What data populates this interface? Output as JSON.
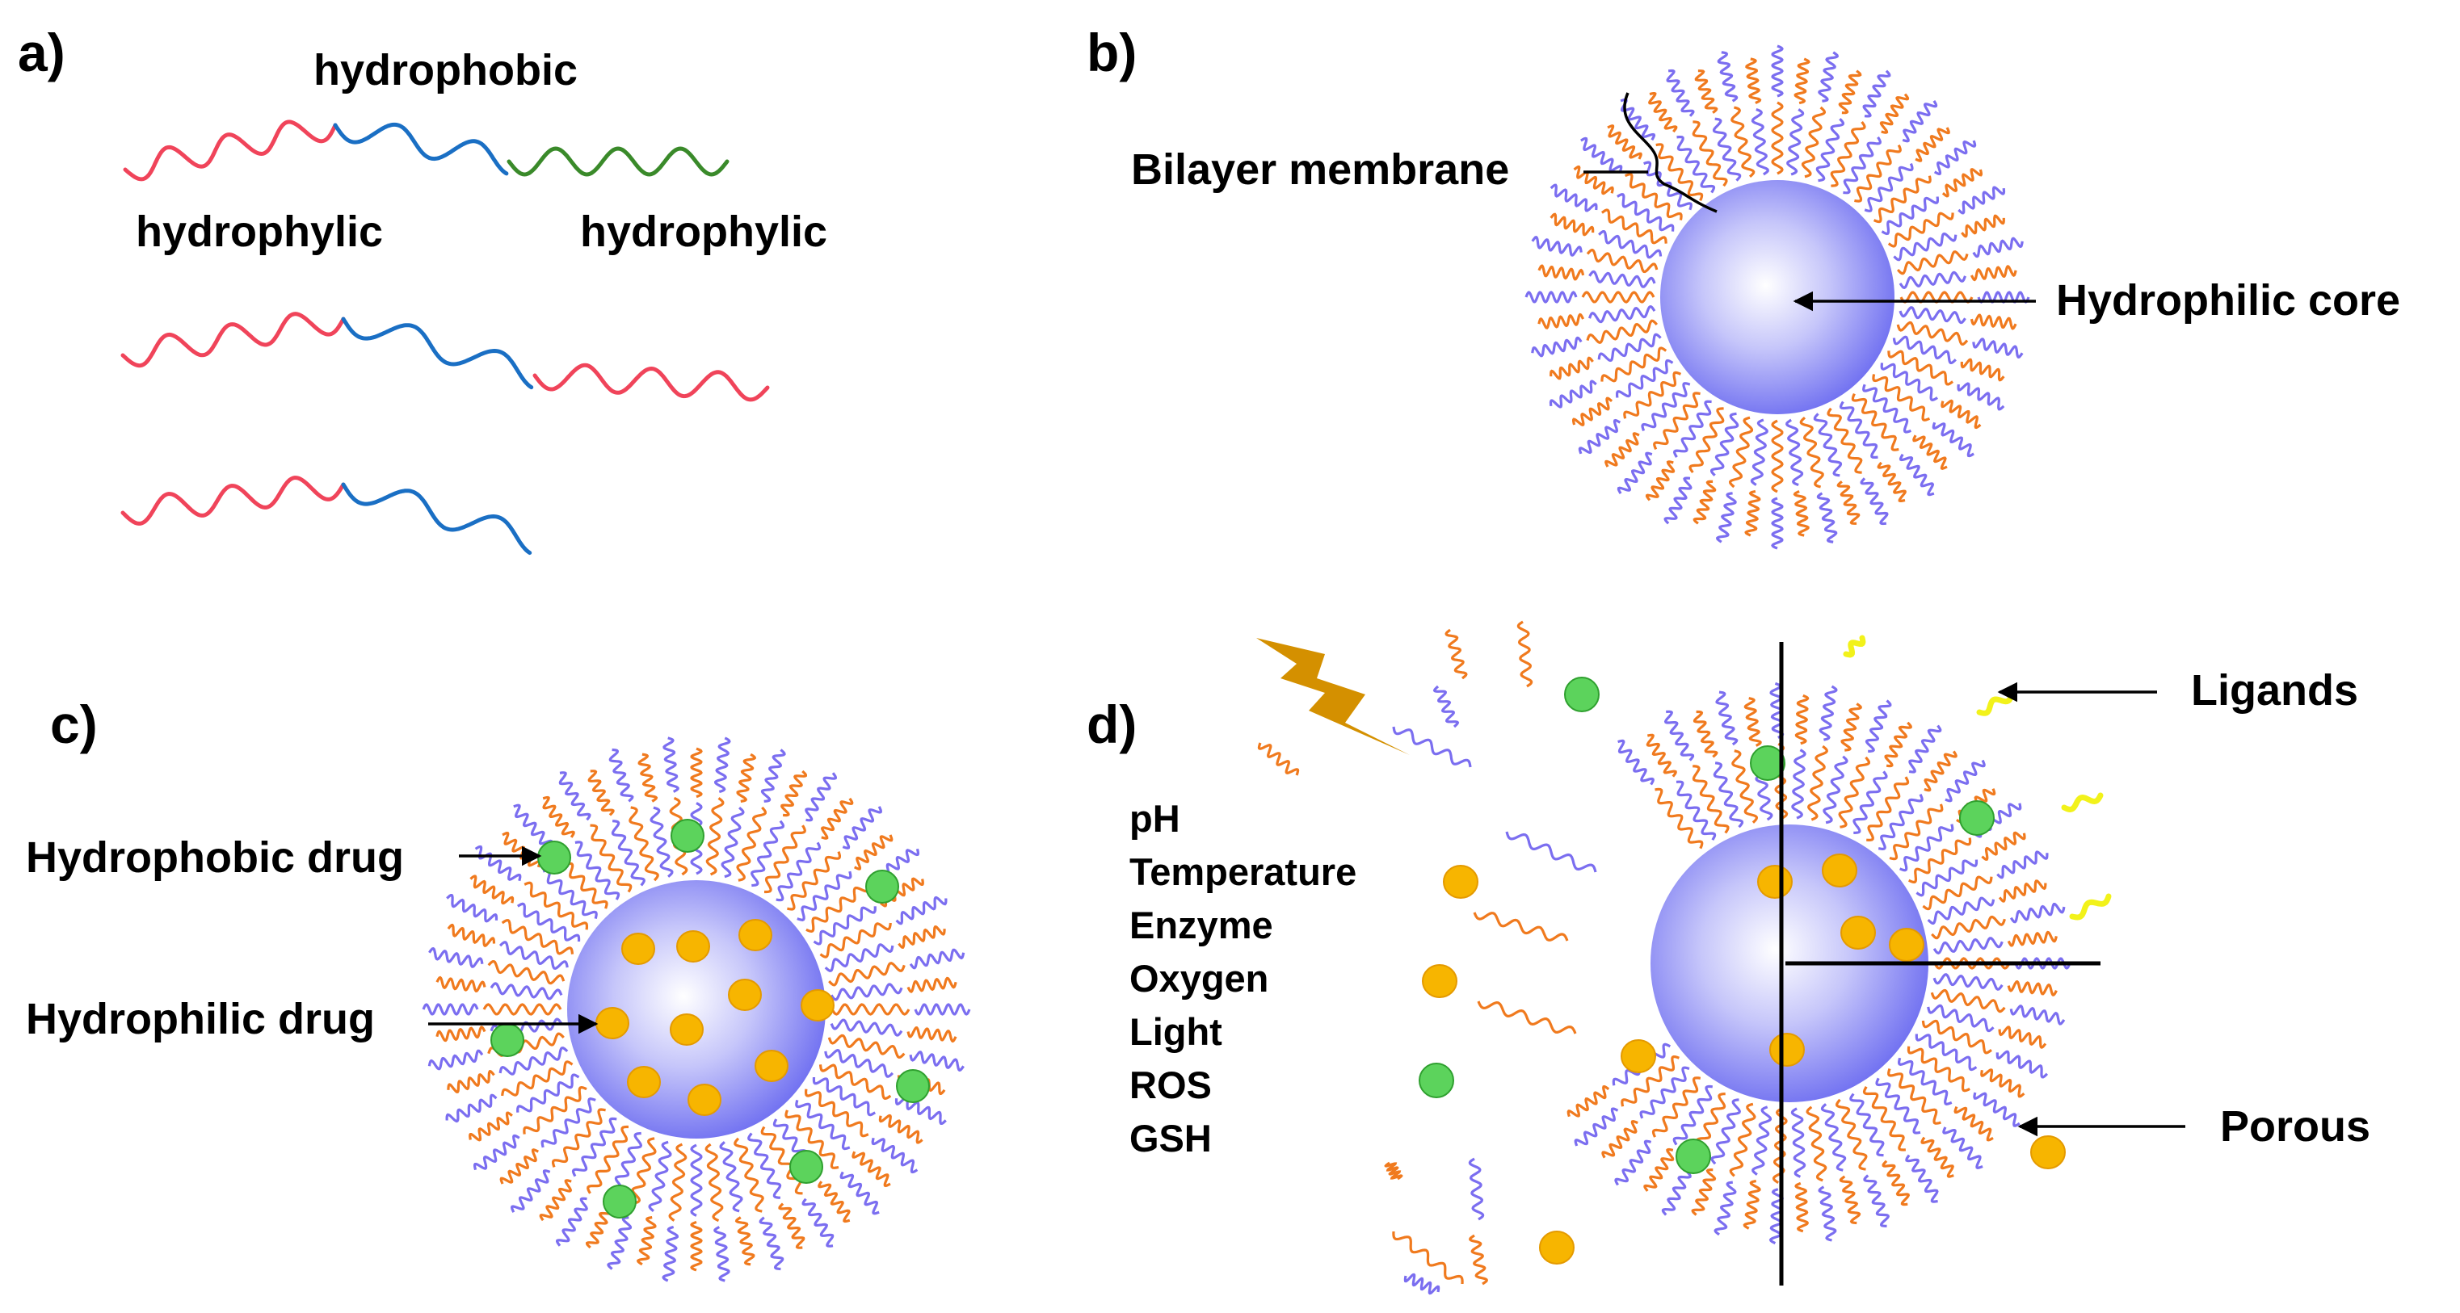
{
  "panels": {
    "a": {
      "label": "a)",
      "text_hydrophobic": "hydrophobic",
      "text_hydrophylic_left": "hydrophylic",
      "text_hydrophylic_right": "hydrophylic"
    },
    "b": {
      "label": "b)",
      "text_bilayer": "Bilayer membrane",
      "text_core": "Hydrophilic core"
    },
    "c": {
      "label": "c)",
      "text_hydrophobic_drug": "Hydrophobic drug",
      "text_hydrophilic_drug": "Hydrophilic drug"
    },
    "d": {
      "label": "d)",
      "stimuli": [
        "pH",
        "Temperature",
        "Enzyme",
        "Oxygen",
        "Light",
        "ROS",
        "GSH"
      ],
      "text_ligands": "Ligands",
      "text_porous": "Porous"
    }
  },
  "colors": {
    "hydrophilic_red": "#f0445a",
    "hydrophobic_blue": "#1a6fc4",
    "hydrophilic_green": "#3a8a2a",
    "tail_orange": "#f07a1e",
    "head_purple": "#7b6ef0",
    "core_blue": "#6c6cf0",
    "drug_yellow": "#f7b500",
    "drug_green": "#5cd35c",
    "ligand_yellow": "#f2f21a",
    "lightning": "#d49000"
  },
  "icons": {
    "stimulus": "lightning-icon"
  }
}
